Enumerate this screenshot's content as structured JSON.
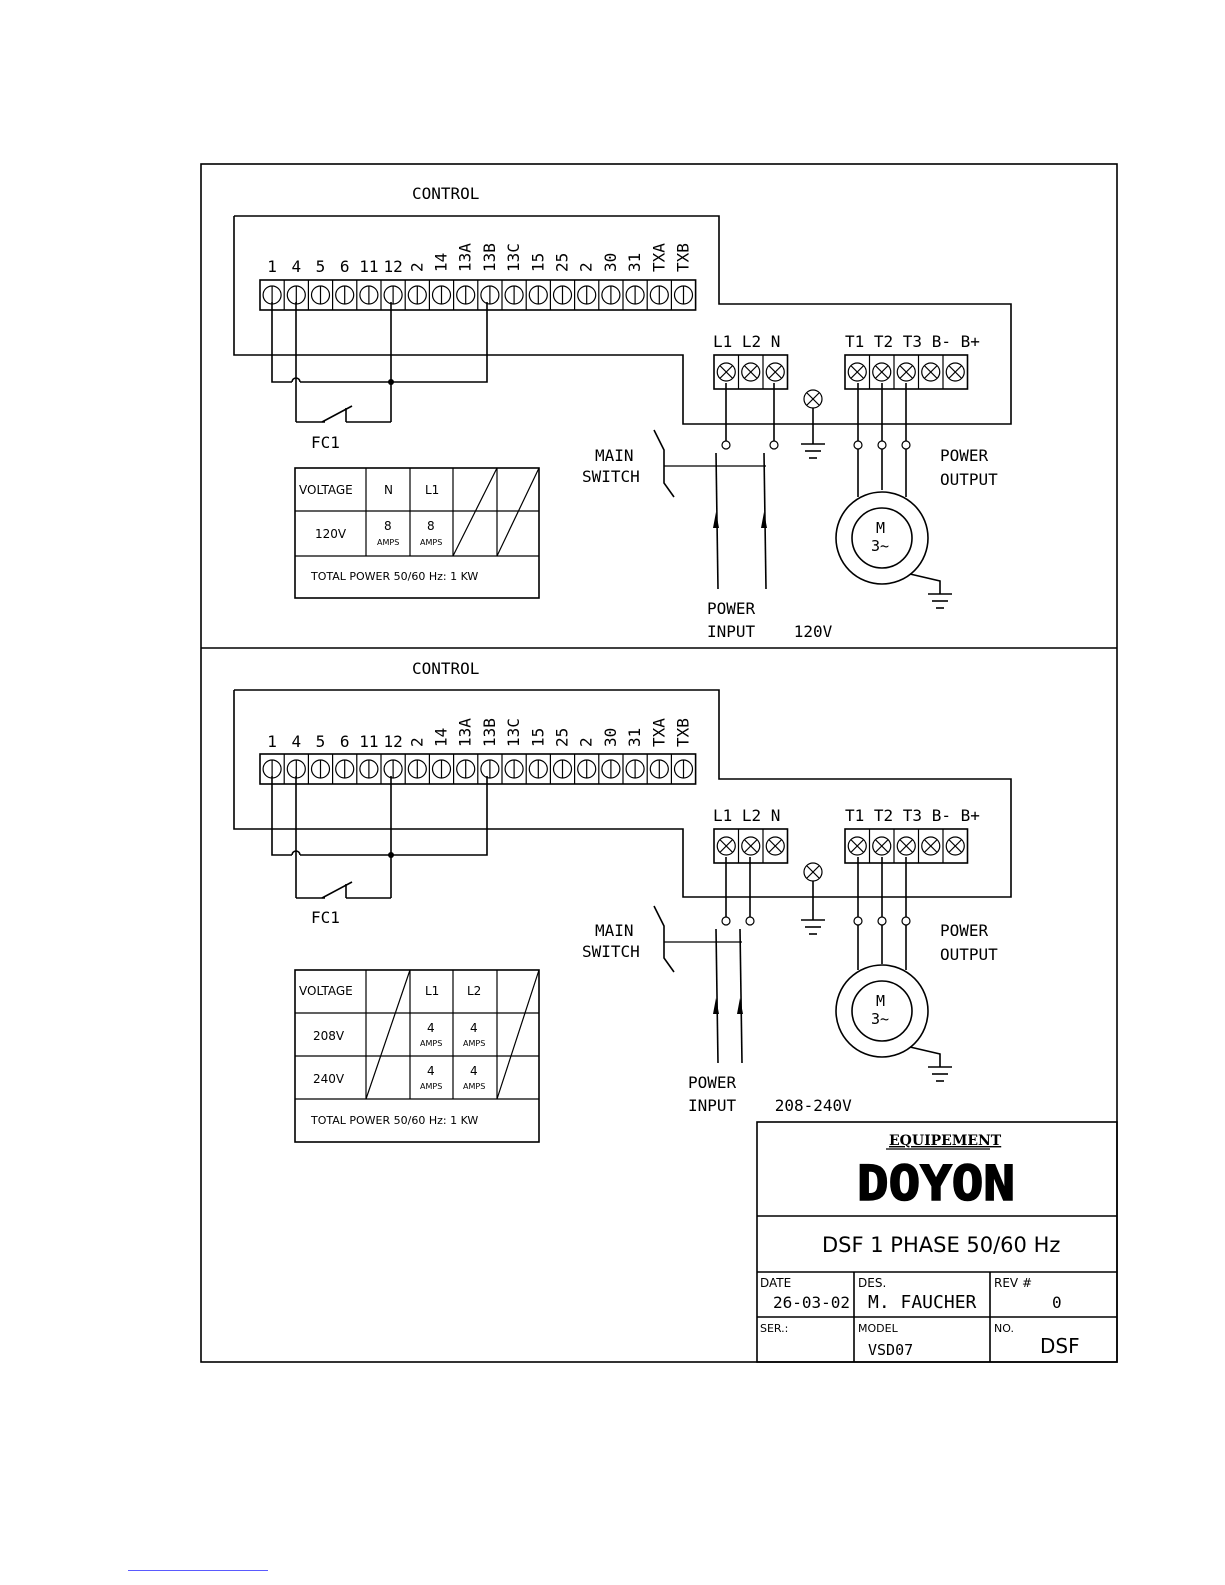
{
  "control_label": "CONTROL",
  "terminal_labels": [
    "1",
    "4",
    "5",
    "6",
    "11",
    "12",
    "2",
    "14",
    "13A",
    "13B",
    "13C",
    "15",
    "25",
    "2",
    "30",
    "31",
    "TXA",
    "TXB"
  ],
  "line_input_labels": "L1 L2 N",
  "motor_output_labels": "T1 T2 T3 B- B+",
  "fc1_label": "FC1",
  "main_switch": [
    "MAIN",
    "SWITCH"
  ],
  "power_output": [
    "POWER",
    "OUTPUT"
  ],
  "motor_symbol": [
    "M",
    "3~"
  ],
  "diagram_top": {
    "table": {
      "headers": [
        "VOLTAGE",
        "N",
        "L1"
      ],
      "row_voltage": "120V",
      "row_values": [
        "8",
        "8"
      ],
      "unit": "AMPS",
      "total": "TOTAL POWER 50/60 Hz: 1 KW"
    },
    "power_input": [
      "POWER",
      "INPUT    120V"
    ]
  },
  "diagram_bottom": {
    "table": {
      "headers": [
        "VOLTAGE",
        "L1",
        "L2"
      ],
      "rows": [
        {
          "voltage": "208V",
          "values": [
            "4",
            "4"
          ]
        },
        {
          "voltage": "240V",
          "values": [
            "4",
            "4"
          ]
        }
      ],
      "unit": "AMPS",
      "total": "TOTAL POWER 50/60 Hz: 1 KW"
    },
    "power_input": [
      "POWER",
      "INPUT    208-240V"
    ]
  },
  "title_block": {
    "company_top": "EQUIPEMENT",
    "company_logo": "DOYON",
    "title": "DSF 1 PHASE 50/60 Hz",
    "date_label": "DATE",
    "date_value": "26-03-02",
    "des_label": "DES.",
    "des_value": "M. FAUCHER",
    "rev_label": "REV #",
    "rev_value": "0",
    "ser_label": "SER.:",
    "model_label": "MODEL",
    "model_value": "VSD07",
    "no_label": "NO.",
    "no_value": "DSF"
  }
}
